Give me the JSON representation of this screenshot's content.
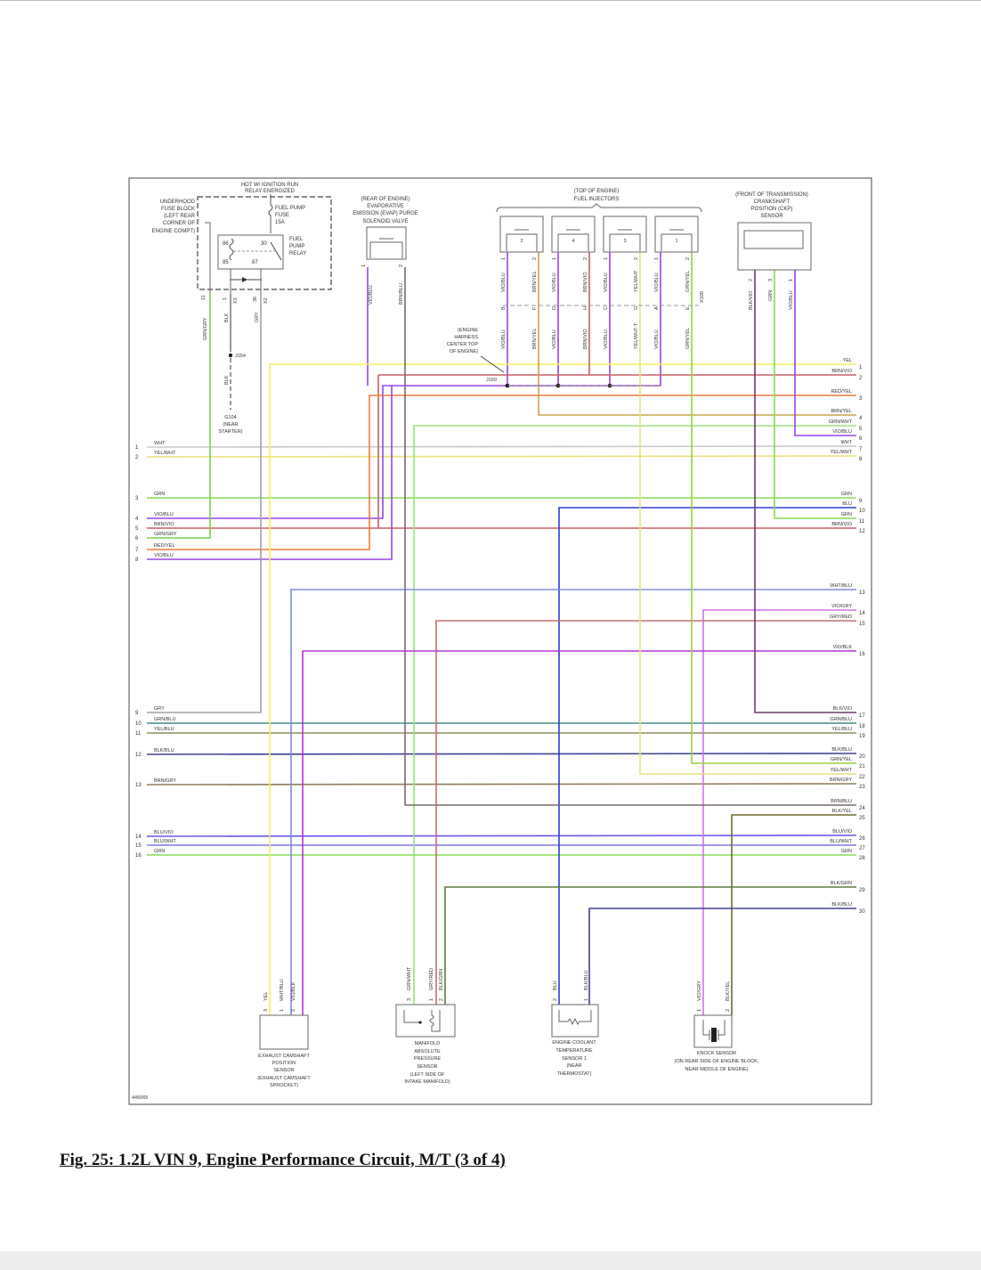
{
  "caption": "Fig. 25: 1.2L VIN 9, Engine Performance Circuit, M/T (3 of 4)",
  "figure_id": "445065",
  "components": {
    "hot_label": [
      "HOT W/ IGNITION RUN",
      "RELAY ENERGIZED"
    ],
    "fuse_block": [
      "UNDERHOOD",
      "FUSE BLOCK",
      "(LEFT REAR",
      "CORNER OF",
      "ENGINE COMPT)"
    ],
    "fuse": [
      "FUEL PUMP",
      "FUSE",
      "15A"
    ],
    "relay": [
      "FUEL",
      "PUMP",
      "RELAY"
    ],
    "relay_pins": [
      "86",
      "85",
      "30",
      "87"
    ],
    "fuse_pins": [
      "11",
      "1",
      "X3",
      "36",
      "X2"
    ],
    "fuse_wires": [
      "GRN/GRY",
      "BLK",
      "GRY"
    ],
    "j154": "J154",
    "blk2": "BLK",
    "g104": [
      "G104",
      "(NEAR",
      "STARTER)"
    ],
    "evap": [
      "(REAR OF ENGINE)",
      "EVAPORATIVE",
      "EMISSION (EVAP) PURGE",
      "SOLENOID VALVE"
    ],
    "evap_pins": [
      "1",
      "2"
    ],
    "evap_wires": [
      "VIO/BLU",
      "BRN/BLU"
    ],
    "harness": [
      "(ENGINE",
      "HARNESS",
      "CENTER TOP",
      "OF ENGINE)"
    ],
    "j160": "J160",
    "injectors_title": [
      "(TOP OF ENGINE)",
      "FUEL INJECTORS"
    ],
    "injector_numbers": [
      "2",
      "4",
      "3",
      "1"
    ],
    "injector_upper_wires": [
      "VIO/BLU",
      "BRN/YEL",
      "VIO/BLU",
      "BRN/VIO",
      "VIO/BLU",
      "YEL/WHT",
      "VIO/BLU",
      "GRN/YEL"
    ],
    "injector_lower_wires": [
      "VIO/BLU",
      "BRN/YEL",
      "VIO/BLU",
      "BRN/VIO",
      "VIO/BLU",
      "YEL/WHT-T",
      "VIO/BLU",
      "GRN/YEL"
    ],
    "injector_pins": [
      "1",
      "2",
      "1",
      "2",
      "1",
      "2",
      "1",
      "2"
    ],
    "connector_pins": [
      "B",
      "F",
      "D",
      "H",
      "C",
      "G",
      "A",
      "E"
    ],
    "x100": "X100",
    "ckp": [
      "(FRONT OF TRANSMISSION)",
      "CRANKSHAFT",
      "POSITION (CKP)",
      "SENSOR"
    ],
    "ckp_pins": [
      "2",
      "3",
      "1"
    ],
    "ckp_wires": [
      "BLK/VIO",
      "GRN",
      "VIO/BLU"
    ],
    "cam": [
      "EXHAUST CAMSHAFT",
      "POSITION",
      "SENSOR",
      "(EXHAUST CAMSHAFT",
      "SPROCKET)"
    ],
    "cam_pins": [
      "3",
      "1",
      "2"
    ],
    "cam_wires": [
      "YEL",
      "WHT/BLU",
      "VIO/BLK"
    ],
    "map": [
      "MANIFOLD",
      "ABSOLUTE",
      "PRESSURE",
      "SENSOR",
      "(LEFT SIDE OF",
      "INTAKE MANIFOLD)"
    ],
    "map_pins": [
      "3",
      "1",
      "2"
    ],
    "map_wires": [
      "GRN/WHT",
      "GRY/RED",
      "BLK/GRN"
    ],
    "ect": [
      "ENGINE COOLANT",
      "TEMPERATURE",
      "SENSOR 1",
      "(NEAR",
      "THERMOSTAT)"
    ],
    "ect_pins": [
      "2",
      "1"
    ],
    "ect_wires": [
      "BLU",
      "BLK/BLU"
    ],
    "knock": [
      "KNOCK SENSOR",
      "(ON REAR SIDE OF ENGINE BLOCK,",
      "NEAR MIDDLE OF ENGINE)"
    ],
    "knock_pins": [
      "1",
      "2"
    ],
    "knock_wires": [
      "VIO/GRY",
      "BLK/YEL"
    ]
  },
  "left_pins": [
    {
      "num": "1",
      "label": "WHT",
      "color": "#c9c9c9"
    },
    {
      "num": "2",
      "label": "YEL/WHT",
      "color": "#ece27a"
    },
    {
      "num": "3",
      "label": "GRN",
      "color": "#84dd52"
    },
    {
      "num": "4",
      "label": "VIO/BLU",
      "color": "#9a44e6"
    },
    {
      "num": "5",
      "label": "BRN/VIO",
      "color": "#c85f68"
    },
    {
      "num": "6",
      "label": "GRN/GRY",
      "color": "#78d24c"
    },
    {
      "num": "7",
      "label": "RED/YEL",
      "color": "#f07a36"
    },
    {
      "num": "8",
      "label": "VIO/BLU",
      "color": "#9a44e6"
    },
    {
      "num": "9",
      "label": "GRY",
      "color": "#a0a0a0"
    },
    {
      "num": "10",
      "label": "GRN/BLU",
      "color": "#3d8f8a"
    },
    {
      "num": "11",
      "label": "YEL/BLU",
      "color": "#8f8a5c"
    },
    {
      "num": "12",
      "label": "BLK/BLU",
      "color": "#404094"
    },
    {
      "num": "13",
      "label": "BRN/GRY",
      "color": "#8f7d58"
    },
    {
      "num": "14",
      "label": "BLU/VIO",
      "color": "#6a55ee"
    },
    {
      "num": "15",
      "label": "BLU/WHT",
      "color": "#7a7aee"
    },
    {
      "num": "16",
      "label": "GRN",
      "color": "#84dd52"
    }
  ],
  "right_pins": [
    {
      "num": "1",
      "label": "YEL",
      "color": "#f3f060"
    },
    {
      "num": "2",
      "label": "BRN/VIO",
      "color": "#c85f68"
    },
    {
      "num": "3",
      "label": "RED/YEL",
      "color": "#f07a36"
    },
    {
      "num": "4",
      "label": "BRN/YEL",
      "color": "#c9a448"
    },
    {
      "num": "5",
      "label": "GRN/WHT",
      "color": "#9ce080"
    },
    {
      "num": "6",
      "label": "VIO/BLU",
      "color": "#9a44e6"
    },
    {
      "num": "7",
      "label": "WHT",
      "color": "#c9c9c9"
    },
    {
      "num": "8",
      "label": "YEL/WHT",
      "color": "#ece27a"
    },
    {
      "num": "9",
      "label": "GRN",
      "color": "#84dd52"
    },
    {
      "num": "10",
      "label": "BLU",
      "color": "#2b3ed8"
    },
    {
      "num": "11",
      "label": "GRN",
      "color": "#84dd52"
    },
    {
      "num": "12",
      "label": "BRN/VIO",
      "color": "#c85f68"
    },
    {
      "num": "13",
      "label": "WHT/BLU",
      "color": "#7c8ce0"
    },
    {
      "num": "14",
      "label": "VIO/GRY",
      "color": "#d074e2"
    },
    {
      "num": "15",
      "label": "GRY/RED",
      "color": "#c47070"
    },
    {
      "num": "16",
      "label": "VIO/BLK",
      "color": "#b436d4"
    },
    {
      "num": "17",
      "label": "BLK/VIO",
      "color": "#6e3a6e"
    },
    {
      "num": "18",
      "label": "GRN/BLU",
      "color": "#3d8f8a"
    },
    {
      "num": "19",
      "label": "YEL/BLU",
      "color": "#8f8a5c"
    },
    {
      "num": "20",
      "label": "BLK/BLU",
      "color": "#404094"
    },
    {
      "num": "21",
      "label": "GRN/YEL",
      "color": "#9ad040"
    },
    {
      "num": "22",
      "label": "YEL/WHT",
      "color": "#ece27a"
    },
    {
      "num": "23",
      "label": "BRN/GRY",
      "color": "#8f7d58"
    },
    {
      "num": "24",
      "label": "BRN/BLU",
      "color": "#7c6a6a"
    },
    {
      "num": "25",
      "label": "BLK/YEL",
      "color": "#6e6a2c"
    },
    {
      "num": "26",
      "label": "BLU/VIO",
      "color": "#6a55ee"
    },
    {
      "num": "27",
      "label": "BLU/WHT",
      "color": "#7a7aee"
    },
    {
      "num": "28",
      "label": "GRN",
      "color": "#84dd52"
    },
    {
      "num": "29",
      "label": "BLK/GRN",
      "color": "#5d7d3c"
    },
    {
      "num": "30",
      "label": "BLK/BLU",
      "color": "#404094"
    }
  ]
}
